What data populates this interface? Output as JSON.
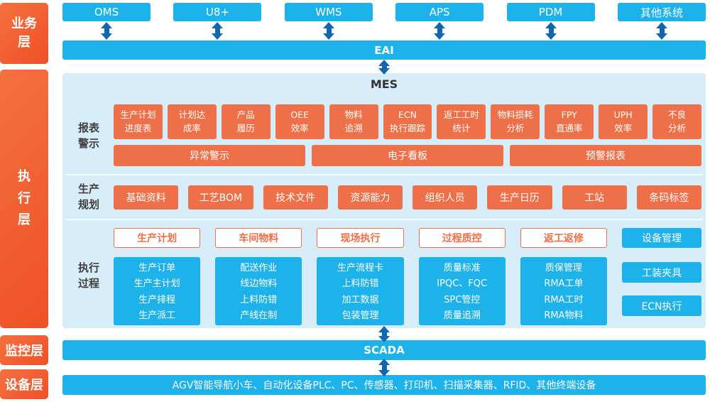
{
  "layers": {
    "business": "业务层",
    "execution": "执行层",
    "monitoring": "监控层",
    "device": "设备层"
  },
  "business_systems": [
    "OMS",
    "U8+",
    "WMS",
    "APS",
    "PDM",
    "其他系统"
  ],
  "eai_label": "EAI",
  "mes": {
    "title": "MES",
    "report_section": {
      "label": "报表警示",
      "items": [
        [
          "生产计划",
          "进度表"
        ],
        [
          "计划达",
          "成率"
        ],
        [
          "产品",
          "履历"
        ],
        [
          "OEE",
          "效率"
        ],
        [
          "物料",
          "追溯"
        ],
        [
          "ECN",
          "执行跟踪"
        ],
        [
          "返工工时",
          "统计"
        ],
        [
          "物料损耗",
          "分析"
        ],
        [
          "FPY",
          "直通率"
        ],
        [
          "UPH",
          "效率"
        ],
        [
          "不良",
          "分析"
        ]
      ],
      "bars": [
        "异常警示",
        "电子看板",
        "预警报表"
      ]
    },
    "planning_section": {
      "label": "生产规划",
      "items": [
        "基础资料",
        "工艺BOM",
        "技术文件",
        "资源能力",
        "组织人员",
        "生产日历",
        "工站",
        "条码标签"
      ]
    },
    "process_section": {
      "label": "执行过程",
      "groups": [
        {
          "header": "生产计划",
          "items": [
            "生产订单",
            "生产主计划",
            "生产排程",
            "生产派工"
          ]
        },
        {
          "header": "车间物料",
          "items": [
            "配送作业",
            "线边物料",
            "上料防错",
            "产线在制"
          ]
        },
        {
          "header": "现场执行",
          "items": [
            "生产流程卡",
            "上料防错",
            "加工数据",
            "包装管理"
          ]
        },
        {
          "header": "过程质控",
          "items": [
            "质量标准",
            "IPQC、FQC",
            "SPC管控",
            "质量追溯"
          ]
        },
        {
          "header": "返工返修",
          "items": [
            "质保管理",
            "RMA工单",
            "RMA工时",
            "RMA物料"
          ]
        }
      ],
      "side_boxes": [
        "设备管理",
        "工装夹具",
        "ECN执行"
      ]
    }
  },
  "scada_label": "SCADA",
  "device_layer_text": "AGV智能导航小车、自动化设备PLC、PC、传感器、打印机、扫描采集器、RFID、其他终端设备",
  "colors": {
    "cyan": "#1db2ea",
    "panel_blue": "#d7eefa",
    "orange_box": "#ee7048",
    "layer_label_orange": "#f15b2c",
    "arrow_blue": "#1266ae"
  }
}
